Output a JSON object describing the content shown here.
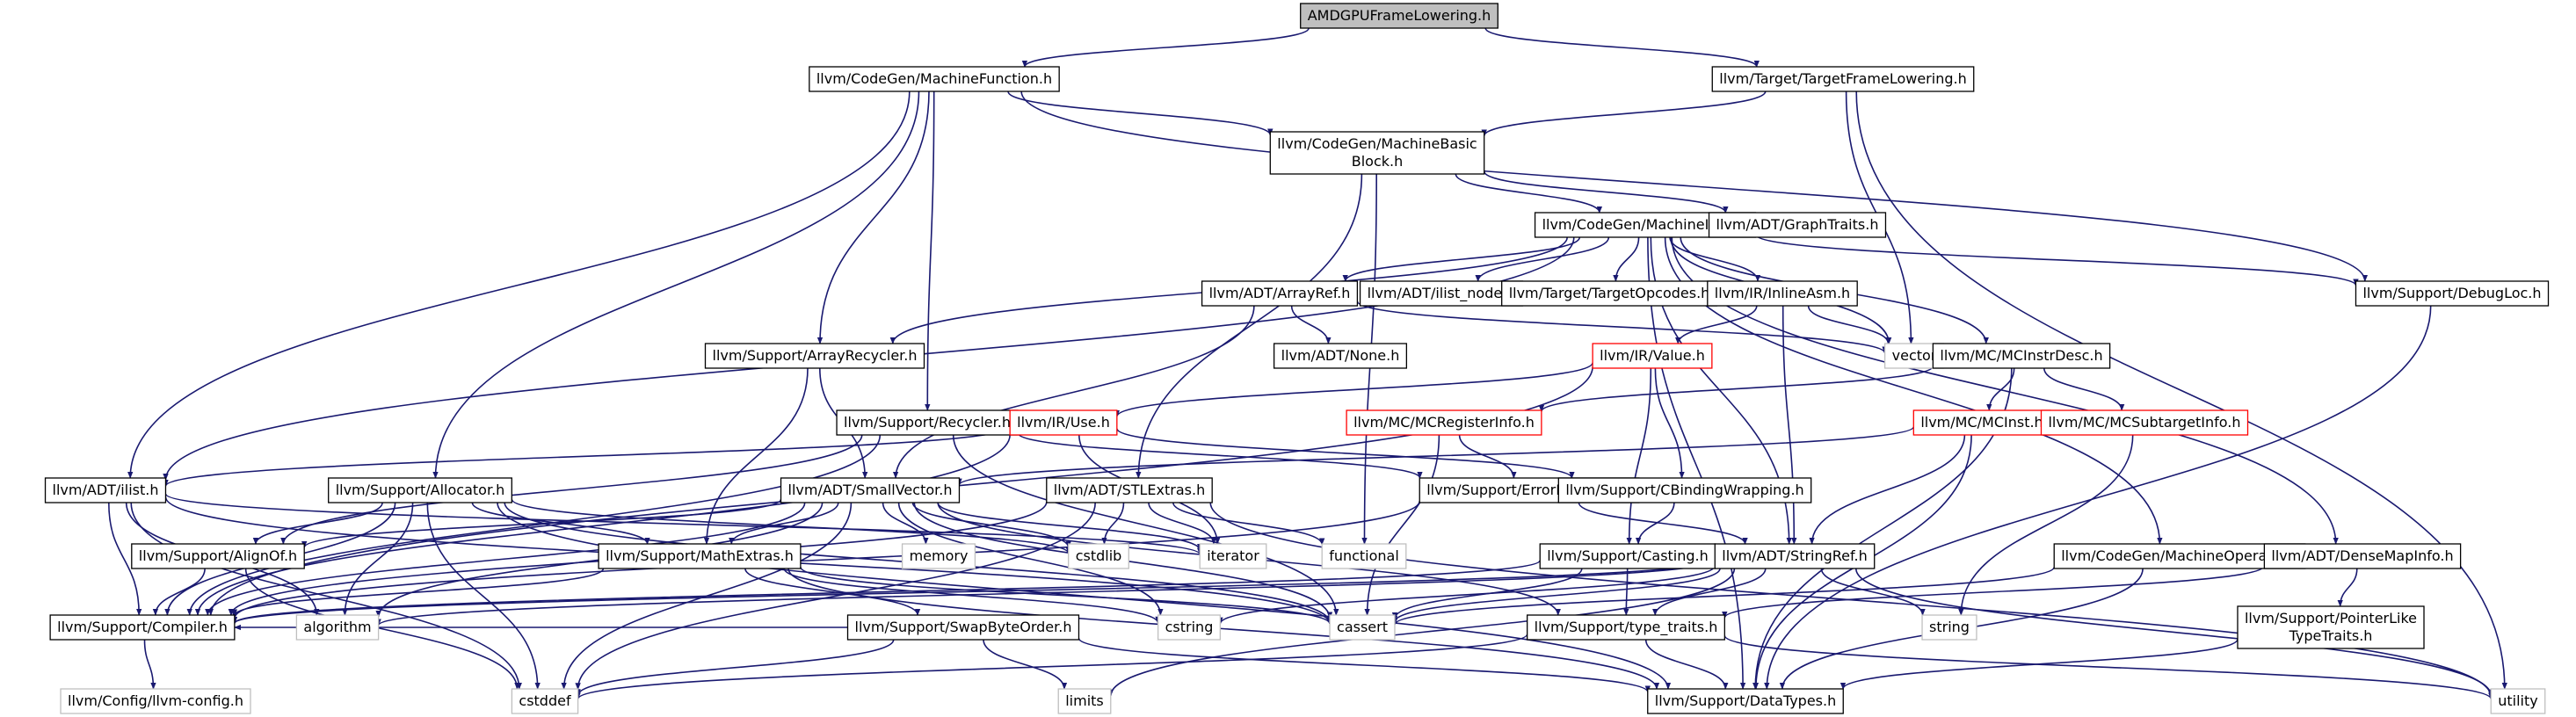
{
  "colors": {
    "edge": "#191970",
    "box_default": "#000000",
    "box_truncated": "#ff0000",
    "box_system": "#bfbfbf",
    "root_fill": "#bfbfbf",
    "node_fill": "#ffffff",
    "system_text": "#444444"
  },
  "nodes": [
    {
      "id": "root",
      "label": [
        "AMDGPUFrameLowering.h"
      ],
      "kind": "root"
    },
    {
      "id": "mf",
      "label": [
        "llvm/CodeGen/MachineFunction.h"
      ],
      "kind": "normal"
    },
    {
      "id": "tfl",
      "label": [
        "llvm/Target/TargetFrameLowering.h"
      ],
      "kind": "normal"
    },
    {
      "id": "mbb",
      "label": [
        "llvm/CodeGen/MachineBasic",
        "Block.h"
      ],
      "kind": "normal"
    },
    {
      "id": "mi",
      "label": [
        "llvm/CodeGen/MachineInstr.h"
      ],
      "kind": "normal"
    },
    {
      "id": "gt",
      "label": [
        "llvm/ADT/GraphTraits.h"
      ],
      "kind": "normal"
    },
    {
      "id": "ar",
      "label": [
        "llvm/ADT/ArrayRef.h"
      ],
      "kind": "normal"
    },
    {
      "id": "iln",
      "label": [
        "llvm/ADT/ilist_node.h"
      ],
      "kind": "normal"
    },
    {
      "id": "top",
      "label": [
        "llvm/Target/TargetOpcodes.h"
      ],
      "kind": "normal"
    },
    {
      "id": "ia",
      "label": [
        "llvm/IR/InlineAsm.h"
      ],
      "kind": "normal"
    },
    {
      "id": "dl",
      "label": [
        "llvm/Support/DebugLoc.h"
      ],
      "kind": "normal"
    },
    {
      "id": "vec",
      "label": [
        "vector"
      ],
      "kind": "system"
    },
    {
      "id": "none",
      "label": [
        "llvm/ADT/None.h"
      ],
      "kind": "normal"
    },
    {
      "id": "arc",
      "label": [
        "llvm/Support/ArrayRecycler.h"
      ],
      "kind": "normal"
    },
    {
      "id": "val",
      "label": [
        "llvm/IR/Value.h"
      ],
      "kind": "truncated"
    },
    {
      "id": "mcid",
      "label": [
        "llvm/MC/MCInstrDesc.h"
      ],
      "kind": "normal"
    },
    {
      "id": "rec",
      "label": [
        "llvm/Support/Recycler.h"
      ],
      "kind": "normal"
    },
    {
      "id": "use",
      "label": [
        "llvm/IR/Use.h"
      ],
      "kind": "truncated"
    },
    {
      "id": "mcri",
      "label": [
        "llvm/MC/MCRegisterInfo.h"
      ],
      "kind": "truncated"
    },
    {
      "id": "mcinst",
      "label": [
        "llvm/MC/MCInst.h"
      ],
      "kind": "truncated"
    },
    {
      "id": "mcsti",
      "label": [
        "llvm/MC/MCSubtargetInfo.h"
      ],
      "kind": "truncated"
    },
    {
      "id": "ilist",
      "label": [
        "llvm/ADT/ilist.h"
      ],
      "kind": "normal"
    },
    {
      "id": "alloc",
      "label": [
        "llvm/Support/Allocator.h"
      ],
      "kind": "normal"
    },
    {
      "id": "sv",
      "label": [
        "llvm/ADT/SmallVector.h"
      ],
      "kind": "normal"
    },
    {
      "id": "stl",
      "label": [
        "llvm/ADT/STLExtras.h"
      ],
      "kind": "normal"
    },
    {
      "id": "eh",
      "label": [
        "llvm/Support/ErrorHandling.h"
      ],
      "kind": "normal"
    },
    {
      "id": "cbw",
      "label": [
        "llvm/Support/CBindingWrapping.h"
      ],
      "kind": "normal"
    },
    {
      "id": "alignof",
      "label": [
        "llvm/Support/AlignOf.h"
      ],
      "kind": "normal"
    },
    {
      "id": "me",
      "label": [
        "llvm/Support/MathExtras.h"
      ],
      "kind": "normal"
    },
    {
      "id": "memory",
      "label": [
        "memory"
      ],
      "kind": "system"
    },
    {
      "id": "cstdlib",
      "label": [
        "cstdlib"
      ],
      "kind": "system"
    },
    {
      "id": "iterator",
      "label": [
        "iterator"
      ],
      "kind": "system"
    },
    {
      "id": "functional",
      "label": [
        "functional"
      ],
      "kind": "system"
    },
    {
      "id": "casting",
      "label": [
        "llvm/Support/Casting.h"
      ],
      "kind": "normal"
    },
    {
      "id": "sr",
      "label": [
        "llvm/ADT/StringRef.h"
      ],
      "kind": "normal"
    },
    {
      "id": "mo",
      "label": [
        "llvm/CodeGen/MachineOperand.h"
      ],
      "kind": "normal"
    },
    {
      "id": "dmi",
      "label": [
        "llvm/ADT/DenseMapInfo.h"
      ],
      "kind": "normal"
    },
    {
      "id": "compiler",
      "label": [
        "llvm/Support/Compiler.h"
      ],
      "kind": "normal"
    },
    {
      "id": "algorithm",
      "label": [
        "algorithm"
      ],
      "kind": "system"
    },
    {
      "id": "sbo",
      "label": [
        "llvm/Support/SwapByteOrder.h"
      ],
      "kind": "normal"
    },
    {
      "id": "cstring",
      "label": [
        "cstring"
      ],
      "kind": "system"
    },
    {
      "id": "cassert",
      "label": [
        "cassert"
      ],
      "kind": "system"
    },
    {
      "id": "tt",
      "label": [
        "llvm/Support/type_traits.h"
      ],
      "kind": "normal"
    },
    {
      "id": "string",
      "label": [
        "string"
      ],
      "kind": "system"
    },
    {
      "id": "pltt",
      "label": [
        "llvm/Support/PointerLike",
        "TypeTraits.h"
      ],
      "kind": "normal"
    },
    {
      "id": "config",
      "label": [
        "llvm/Config/llvm-config.h"
      ],
      "kind": "system"
    },
    {
      "id": "cstddef",
      "label": [
        "cstddef"
      ],
      "kind": "system"
    },
    {
      "id": "limits",
      "label": [
        "limits"
      ],
      "kind": "system"
    },
    {
      "id": "dt",
      "label": [
        "llvm/Support/DataTypes.h"
      ],
      "kind": "normal"
    },
    {
      "id": "utility",
      "label": [
        "utility"
      ],
      "kind": "system"
    }
  ],
  "edges": [
    [
      "root",
      "mf"
    ],
    [
      "root",
      "tfl"
    ],
    [
      "mf",
      "mbb"
    ],
    [
      "mf",
      "dl"
    ],
    [
      "mf",
      "arc"
    ],
    [
      "mf",
      "rec"
    ],
    [
      "mf",
      "ilist"
    ],
    [
      "mf",
      "alloc"
    ],
    [
      "tfl",
      "mbb"
    ],
    [
      "tfl",
      "vec"
    ],
    [
      "tfl",
      "utility"
    ],
    [
      "mbb",
      "mi"
    ],
    [
      "mbb",
      "gt"
    ],
    [
      "mbb",
      "stl"
    ],
    [
      "mbb",
      "functional"
    ],
    [
      "mi",
      "ar"
    ],
    [
      "mi",
      "iln"
    ],
    [
      "mi",
      "top"
    ],
    [
      "mi",
      "ia"
    ],
    [
      "mi",
      "dl"
    ],
    [
      "mi",
      "vec"
    ],
    [
      "mi",
      "arc"
    ],
    [
      "mi",
      "mcid"
    ],
    [
      "mi",
      "mo"
    ],
    [
      "mi",
      "dmi"
    ],
    [
      "mi",
      "sr"
    ],
    [
      "mi",
      "ilist"
    ],
    [
      "mi",
      "dt"
    ],
    [
      "ar",
      "none"
    ],
    [
      "ar",
      "sv"
    ],
    [
      "ar",
      "vec"
    ],
    [
      "ia",
      "val"
    ],
    [
      "ia",
      "sr"
    ],
    [
      "ia",
      "vec"
    ],
    [
      "arc",
      "sv"
    ],
    [
      "arc",
      "me"
    ],
    [
      "val",
      "use"
    ],
    [
      "val",
      "cbw"
    ],
    [
      "val",
      "casting"
    ],
    [
      "val",
      "compiler"
    ],
    [
      "mcid",
      "mcri"
    ],
    [
      "mcid",
      "mcinst"
    ],
    [
      "mcid",
      "mcsti"
    ],
    [
      "mcid",
      "dt"
    ],
    [
      "rec",
      "alignof"
    ],
    [
      "rec",
      "compiler"
    ],
    [
      "rec",
      "eh"
    ],
    [
      "rec",
      "cassert"
    ],
    [
      "use",
      "ilist"
    ],
    [
      "use",
      "cbw"
    ],
    [
      "use",
      "iterator"
    ],
    [
      "use",
      "compiler"
    ],
    [
      "mcri",
      "eh"
    ],
    [
      "mcri",
      "cassert"
    ],
    [
      "mcinst",
      "sv"
    ],
    [
      "mcinst",
      "sr"
    ],
    [
      "mcinst",
      "dt"
    ],
    [
      "mcsti",
      "string"
    ],
    [
      "ilist",
      "compiler"
    ],
    [
      "ilist",
      "algorithm"
    ],
    [
      "ilist",
      "cstddef"
    ],
    [
      "ilist",
      "iterator"
    ],
    [
      "ilist",
      "cassert"
    ],
    [
      "alloc",
      "alignof"
    ],
    [
      "alloc",
      "compiler"
    ],
    [
      "alloc",
      "me"
    ],
    [
      "alloc",
      "dt"
    ],
    [
      "alloc",
      "algorithm"
    ],
    [
      "alloc",
      "cstddef"
    ],
    [
      "alloc",
      "cstdlib"
    ],
    [
      "alloc",
      "cassert"
    ],
    [
      "sv",
      "alignof"
    ],
    [
      "sv",
      "compiler"
    ],
    [
      "sv",
      "me"
    ],
    [
      "sv",
      "tt"
    ],
    [
      "sv",
      "memory"
    ],
    [
      "sv",
      "cstdlib"
    ],
    [
      "sv",
      "iterator"
    ],
    [
      "sv",
      "algorithm"
    ],
    [
      "sv",
      "cstddef"
    ],
    [
      "sv",
      "cassert"
    ],
    [
      "sv",
      "cstring"
    ],
    [
      "stl",
      "compiler"
    ],
    [
      "stl",
      "cstdlib"
    ],
    [
      "stl",
      "iterator"
    ],
    [
      "stl",
      "functional"
    ],
    [
      "stl",
      "utility"
    ],
    [
      "stl",
      "cstddef"
    ],
    [
      "eh",
      "sr"
    ],
    [
      "eh",
      "compiler"
    ],
    [
      "cbw",
      "casting"
    ],
    [
      "alignof",
      "compiler"
    ],
    [
      "alignof",
      "cstddef"
    ],
    [
      "me",
      "compiler"
    ],
    [
      "me",
      "sbo"
    ],
    [
      "me",
      "dt"
    ],
    [
      "me",
      "cstring"
    ],
    [
      "me",
      "cassert"
    ],
    [
      "casting",
      "tt"
    ],
    [
      "casting",
      "compiler"
    ],
    [
      "casting",
      "cassert"
    ],
    [
      "sr",
      "compiler"
    ],
    [
      "sr",
      "tt"
    ],
    [
      "sr",
      "algorithm"
    ],
    [
      "sr",
      "cassert"
    ],
    [
      "sr",
      "cstring"
    ],
    [
      "sr",
      "limits"
    ],
    [
      "sr",
      "string"
    ],
    [
      "sr",
      "utility"
    ],
    [
      "mo",
      "dt"
    ],
    [
      "mo",
      "cassert"
    ],
    [
      "dmi",
      "pltt"
    ],
    [
      "dmi",
      "tt"
    ],
    [
      "compiler",
      "config"
    ],
    [
      "sbo",
      "compiler"
    ],
    [
      "sbo",
      "dt"
    ],
    [
      "sbo",
      "cstddef"
    ],
    [
      "sbo",
      "limits"
    ],
    [
      "tt",
      "dt"
    ],
    [
      "tt",
      "cstddef"
    ],
    [
      "tt",
      "utility"
    ],
    [
      "pltt",
      "dt"
    ],
    [
      "dl",
      "dt"
    ]
  ]
}
